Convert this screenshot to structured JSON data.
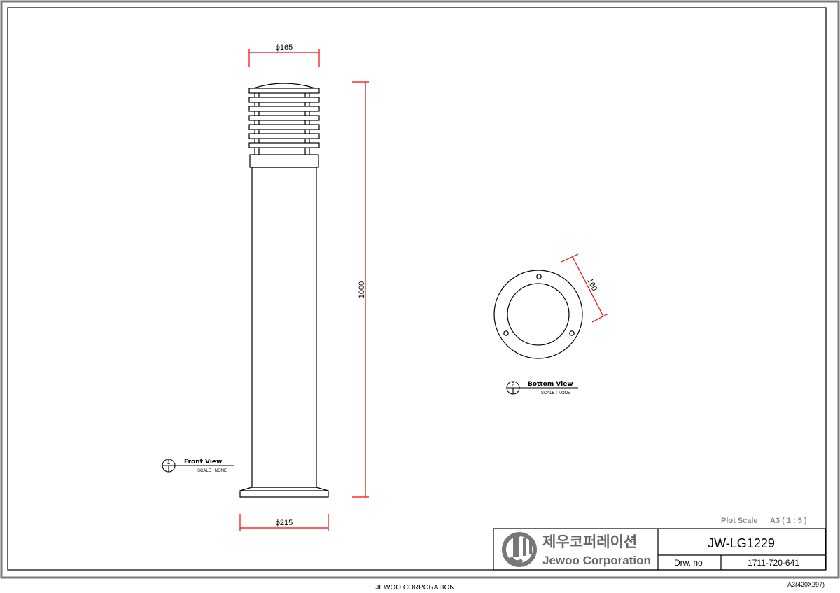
{
  "dimensions": {
    "head_diameter": "ϕ165",
    "base_diameter": "ϕ215",
    "height": "1000",
    "bottom_diameter": "160"
  },
  "views": {
    "front": {
      "number": "1",
      "title": "Front View",
      "scale": "SCALE : NONE"
    },
    "bottom": {
      "number": "2",
      "title": "Bottom View",
      "scale": "SCALE : NONE"
    }
  },
  "plot_scale": {
    "label": "Plot Scale",
    "value": "A3 ( 1 : 5 )"
  },
  "title_block": {
    "company_korean": "제우코퍼레이션",
    "company_english": "Jewoo Corporation",
    "drawing_title": "JW-LG1229",
    "drw_no_label": "Drw. no",
    "drw_no_value": "1711-720-641"
  },
  "footer": {
    "center": "JEWOO CORPORATION",
    "right": "A3(420X297)"
  },
  "colors": {
    "outline": "#000000",
    "dimension": "#ff0000",
    "frame": "#7a7a7a"
  }
}
